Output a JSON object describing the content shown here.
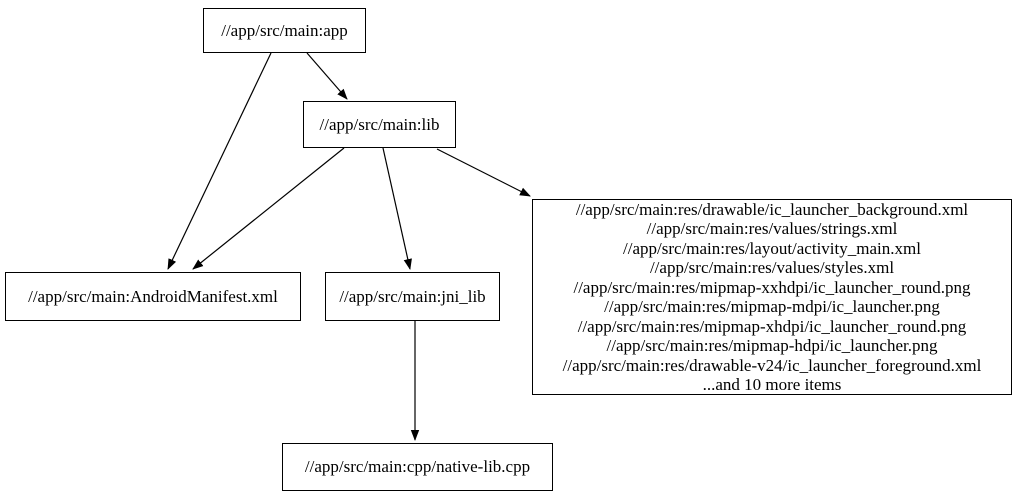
{
  "diagram": {
    "type": "dependency-graph",
    "background_color": "#ffffff",
    "node_border_color": "#000000",
    "node_fill_color": "#ffffff",
    "edge_color": "#000000",
    "text_color": "#000000",
    "nodes": {
      "app": {
        "label": "//app/src/main:app"
      },
      "lib": {
        "label": "//app/src/main:lib"
      },
      "manifest": {
        "label": "//app/src/main:AndroidManifest.xml"
      },
      "jni_lib": {
        "label": "//app/src/main:jni_lib"
      },
      "native_lib_cpp": {
        "label": "//app/src/main:cpp/native-lib.cpp"
      },
      "resources": {
        "lines": [
          "//app/src/main:res/drawable/ic_launcher_background.xml",
          "//app/src/main:res/values/strings.xml",
          "//app/src/main:res/layout/activity_main.xml",
          "//app/src/main:res/values/styles.xml",
          "//app/src/main:res/mipmap-xxhdpi/ic_launcher_round.png",
          "//app/src/main:res/mipmap-mdpi/ic_launcher.png",
          "//app/src/main:res/mipmap-xhdpi/ic_launcher_round.png",
          "//app/src/main:res/mipmap-hdpi/ic_launcher.png",
          "//app/src/main:res/drawable-v24/ic_launcher_foreground.xml",
          "...and 10 more items"
        ]
      }
    },
    "edges": [
      {
        "from": "app",
        "to": "lib"
      },
      {
        "from": "app",
        "to": "manifest"
      },
      {
        "from": "lib",
        "to": "manifest"
      },
      {
        "from": "lib",
        "to": "jni_lib"
      },
      {
        "from": "lib",
        "to": "resources"
      },
      {
        "from": "jni_lib",
        "to": "native_lib_cpp"
      }
    ]
  }
}
